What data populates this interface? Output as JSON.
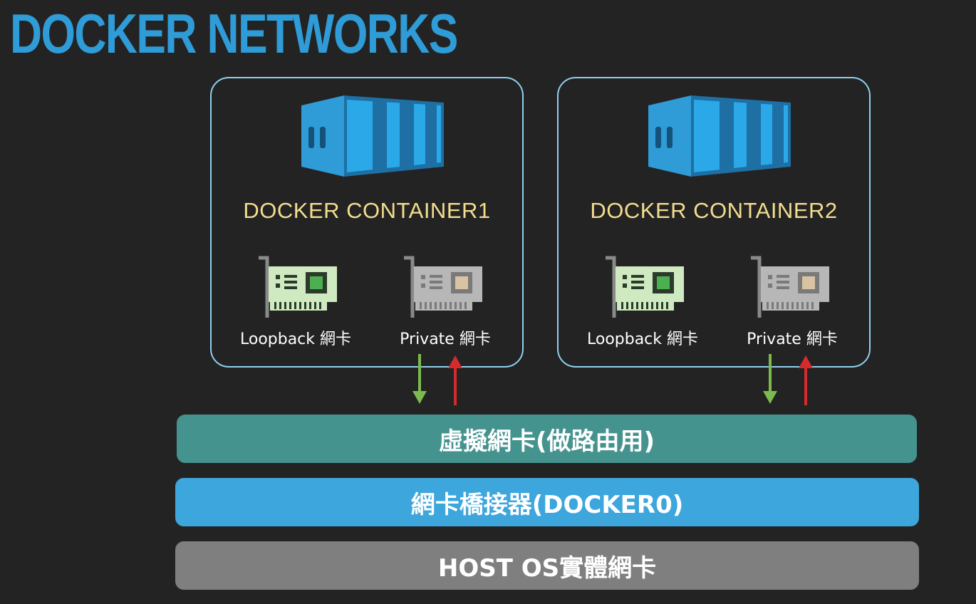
{
  "title": "DOCKER NETWORKS",
  "containers": [
    {
      "label": "DOCKER CONTAINER1",
      "loopback_label": "Loopback 網卡",
      "private_label": "Private 網卡"
    },
    {
      "label": "DOCKER CONTAINER2",
      "loopback_label": "Loopback 網卡",
      "private_label": "Private 網卡"
    }
  ],
  "layers": {
    "virtual_nic": "虛擬網卡(做路由用)",
    "bridge": "網卡橋接器(DOCKER0)",
    "host_nic": "HOST OS實體網卡"
  },
  "colors": {
    "title": "#2f9bd7",
    "container_label": "#f3dd8f",
    "box_border": "#8fd0ee",
    "arrow_down": "#7cba4f",
    "arrow_up": "#d42c2c",
    "virtual_nic_bar": "#45938f",
    "bridge_bar": "#3da6dc",
    "host_nic_bar": "#7f7f7f"
  },
  "icons": [
    "container-icon",
    "network-card-icon",
    "arrow-down-icon",
    "arrow-up-icon"
  ]
}
